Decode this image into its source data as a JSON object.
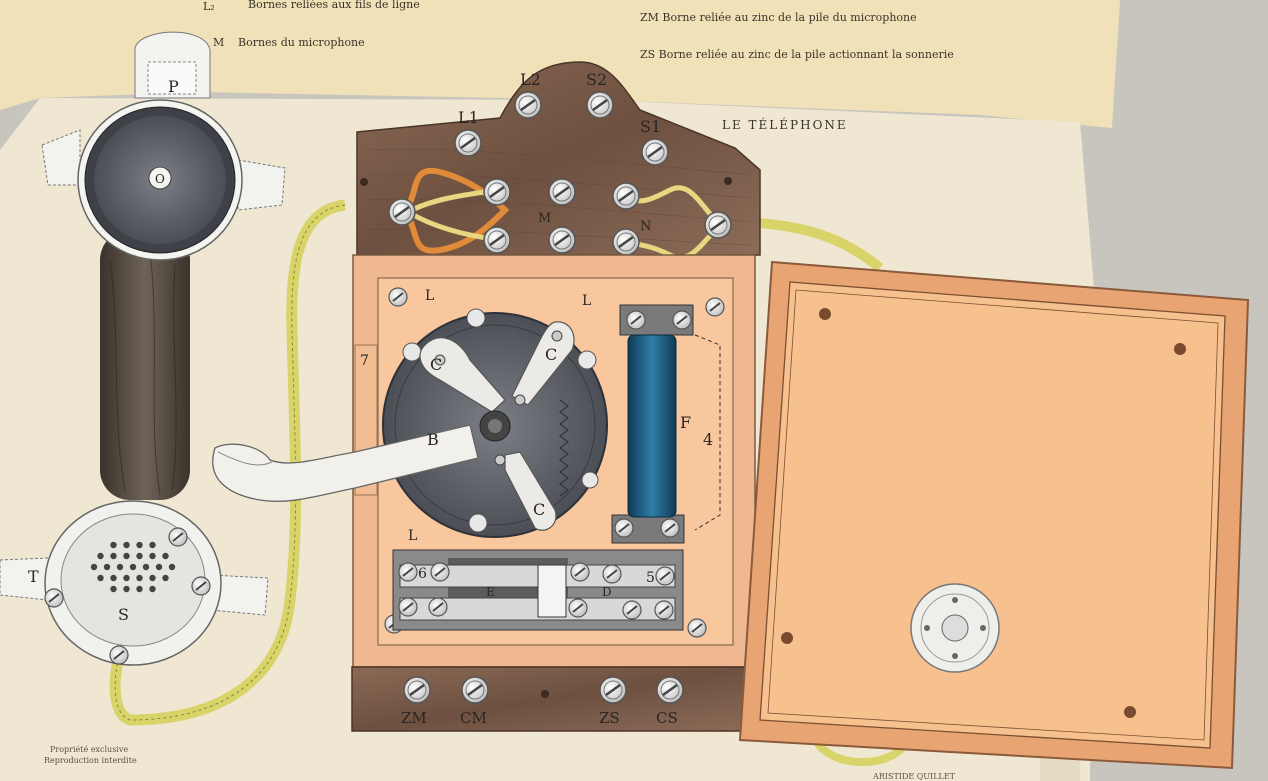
{
  "legend_left": [
    {
      "key": "L₂",
      "text": "Bornes reliées aux fils de ligne"
    },
    {
      "key": "M",
      "text": "Bornes du microphone"
    }
  ],
  "legend_right": [
    "ZM Borne reliée au zinc de la pile du microphone",
    "ZS Borne reliée au zinc de la pile actionnant la sonnerie"
  ],
  "page_heading": "LE TÉLÉPHONE",
  "terminals_top": {
    "l1": "L1",
    "l2": "L2",
    "s1": "S1",
    "s2": "S2",
    "m": "M",
    "n": "N"
  },
  "panel_labels": {
    "l": "L",
    "c": "C",
    "b": "B",
    "f": "F",
    "seven": "7",
    "four": "4",
    "six": "6",
    "five": "5",
    "e": "E",
    "d": "D"
  },
  "terminals_bottom": [
    "ZM",
    "CM",
    "ZS",
    "CS"
  ],
  "receiver": {
    "p": "P",
    "o": "O"
  },
  "mouthpiece": {
    "t": "T",
    "s": "S"
  },
  "footer_left": [
    "Propriété exclusive",
    "Reproduction interdite"
  ],
  "footer_right": "ARISTIDE QUILLET"
}
